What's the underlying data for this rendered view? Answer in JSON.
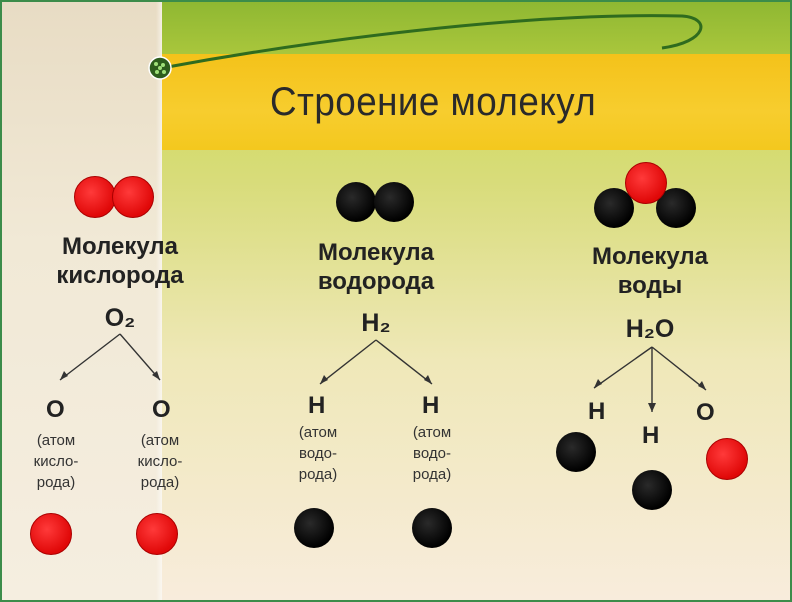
{
  "title": "Строение молекул",
  "oxygen": {
    "name_line1": "Молекула",
    "name_line2": "кислорода",
    "formula": "O₂",
    "atoms": [
      {
        "symbol": "O",
        "desc1": "(атом",
        "desc2": "кисло-",
        "desc3": "рода)"
      },
      {
        "symbol": "O",
        "desc1": "(атом",
        "desc2": "кисло-",
        "desc3": "рода)"
      }
    ]
  },
  "hydrogen": {
    "name_line1": "Молекула",
    "name_line2": "водорода",
    "formula": "H₂",
    "atoms": [
      {
        "symbol": "H",
        "desc1": "(атом",
        "desc2": "водо-",
        "desc3": "рода)"
      },
      {
        "symbol": "H",
        "desc1": "(атом",
        "desc2": "водо-",
        "desc3": "рода)"
      }
    ]
  },
  "water": {
    "name_line1": "Молекула",
    "name_line2": "воды",
    "formula": "H₂O",
    "atoms": [
      {
        "symbol": "H"
      },
      {
        "symbol": "H"
      },
      {
        "symbol": "O"
      }
    ]
  },
  "colors": {
    "oxygen_atom": "#e00808",
    "hydrogen_atom": "#000000",
    "title_band": "#f4c21a",
    "top_band": "#9bbf36"
  }
}
